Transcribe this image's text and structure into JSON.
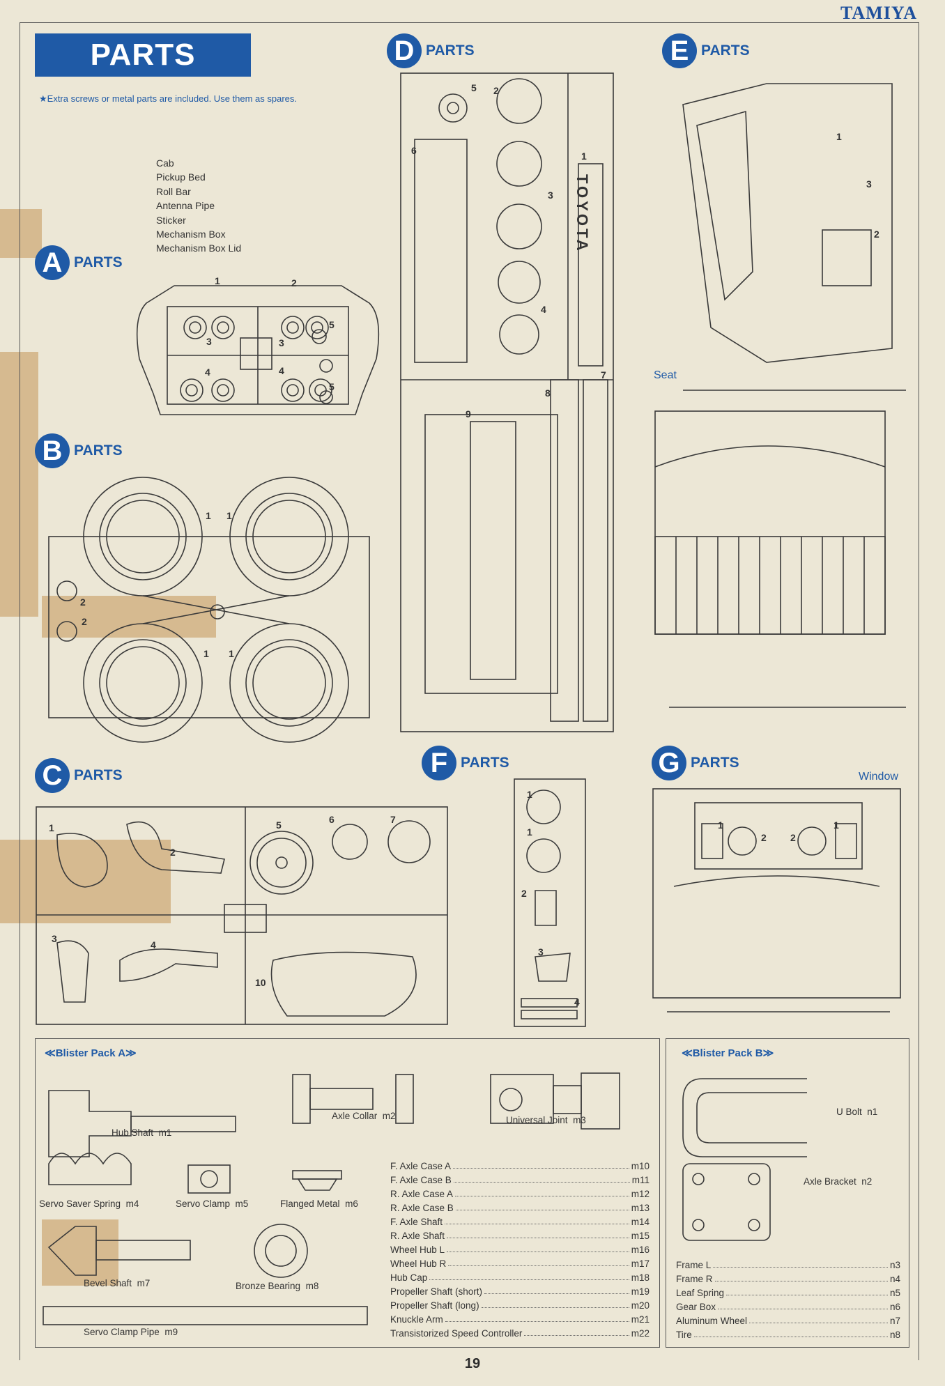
{
  "brand": "TAMIYA",
  "title": "PARTS",
  "note": "★Extra screws or metal parts are included. Use them as spares.",
  "part_list": [
    "Cab",
    "Pickup Bed",
    "Roll Bar",
    "Antenna Pipe",
    "Sticker",
    "Mechanism Box",
    "Mechanism Box Lid"
  ],
  "sections": {
    "A": {
      "letter": "A",
      "label": "PARTS",
      "numbers": [
        "1",
        "2",
        "3",
        "3",
        "4",
        "4",
        "5",
        "5"
      ]
    },
    "B": {
      "letter": "B",
      "label": "PARTS",
      "numbers": [
        "1",
        "1",
        "1",
        "1",
        "2",
        "2"
      ]
    },
    "C": {
      "letter": "C",
      "label": "PARTS",
      "numbers": [
        "1",
        "2",
        "3",
        "4",
        "5",
        "6",
        "7",
        "10"
      ]
    },
    "D": {
      "letter": "D",
      "label": "PARTS",
      "numbers": [
        "5",
        "2",
        "6",
        "1",
        "3",
        "4",
        "8",
        "7",
        "9"
      ],
      "logo_text": "TOYOTA"
    },
    "E": {
      "letter": "E",
      "label": "PARTS",
      "numbers": [
        "1",
        "3",
        "2"
      ],
      "seat_label": "Seat"
    },
    "F": {
      "letter": "F",
      "label": "PARTS",
      "numbers": [
        "1",
        "1",
        "2",
        "3",
        "4"
      ]
    },
    "G": {
      "letter": "G",
      "label": "PARTS",
      "numbers": [
        "1",
        "2",
        "2",
        "1"
      ],
      "window_label": "Window"
    }
  },
  "blister_a": {
    "title": "≪Blister Pack A≫",
    "items": [
      {
        "name": "Hub Shaft",
        "code": "m1"
      },
      {
        "name": "Axle Collar",
        "code": "m2"
      },
      {
        "name": "Universal Joint",
        "code": "m3"
      },
      {
        "name": "Servo Saver Spring",
        "code": "m4"
      },
      {
        "name": "Servo Clamp",
        "code": "m5"
      },
      {
        "name": "Flanged Metal",
        "code": "m6"
      },
      {
        "name": "Bevel Shaft",
        "code": "m7"
      },
      {
        "name": "Bronze Bearing",
        "code": "m8"
      },
      {
        "name": "Servo Clamp Pipe",
        "code": "m9"
      }
    ],
    "list": [
      {
        "name": "F. Axle Case A",
        "code": "m10"
      },
      {
        "name": "F. Axle Case B",
        "code": "m11"
      },
      {
        "name": "R. Axle Case A",
        "code": "m12"
      },
      {
        "name": "R. Axle Case B",
        "code": "m13"
      },
      {
        "name": "F. Axle Shaft",
        "code": "m14"
      },
      {
        "name": "R. Axle Shaft",
        "code": "m15"
      },
      {
        "name": "Wheel Hub L",
        "code": "m16"
      },
      {
        "name": "Wheel Hub R",
        "code": "m17"
      },
      {
        "name": "Hub Cap",
        "code": "m18"
      },
      {
        "name": "Propeller Shaft (short)",
        "code": "m19"
      },
      {
        "name": "Propeller Shaft (long)",
        "code": "m20"
      },
      {
        "name": "Knuckle Arm",
        "code": "m21"
      },
      {
        "name": "Transistorized Speed Controller",
        "code": "m22"
      }
    ]
  },
  "blister_b": {
    "title": "≪Blister Pack B≫",
    "items": [
      {
        "name": "U Bolt",
        "code": "n1"
      },
      {
        "name": "Axle Bracket",
        "code": "n2"
      }
    ],
    "list": [
      {
        "name": "Frame L",
        "code": "n3"
      },
      {
        "name": "Frame R",
        "code": "n4"
      },
      {
        "name": "Leaf Spring",
        "code": "n5"
      },
      {
        "name": "Gear Box",
        "code": "n6"
      },
      {
        "name": "Aluminum Wheel",
        "code": "n7"
      },
      {
        "name": "Tire",
        "code": "n8"
      }
    ]
  },
  "page_number": "19"
}
